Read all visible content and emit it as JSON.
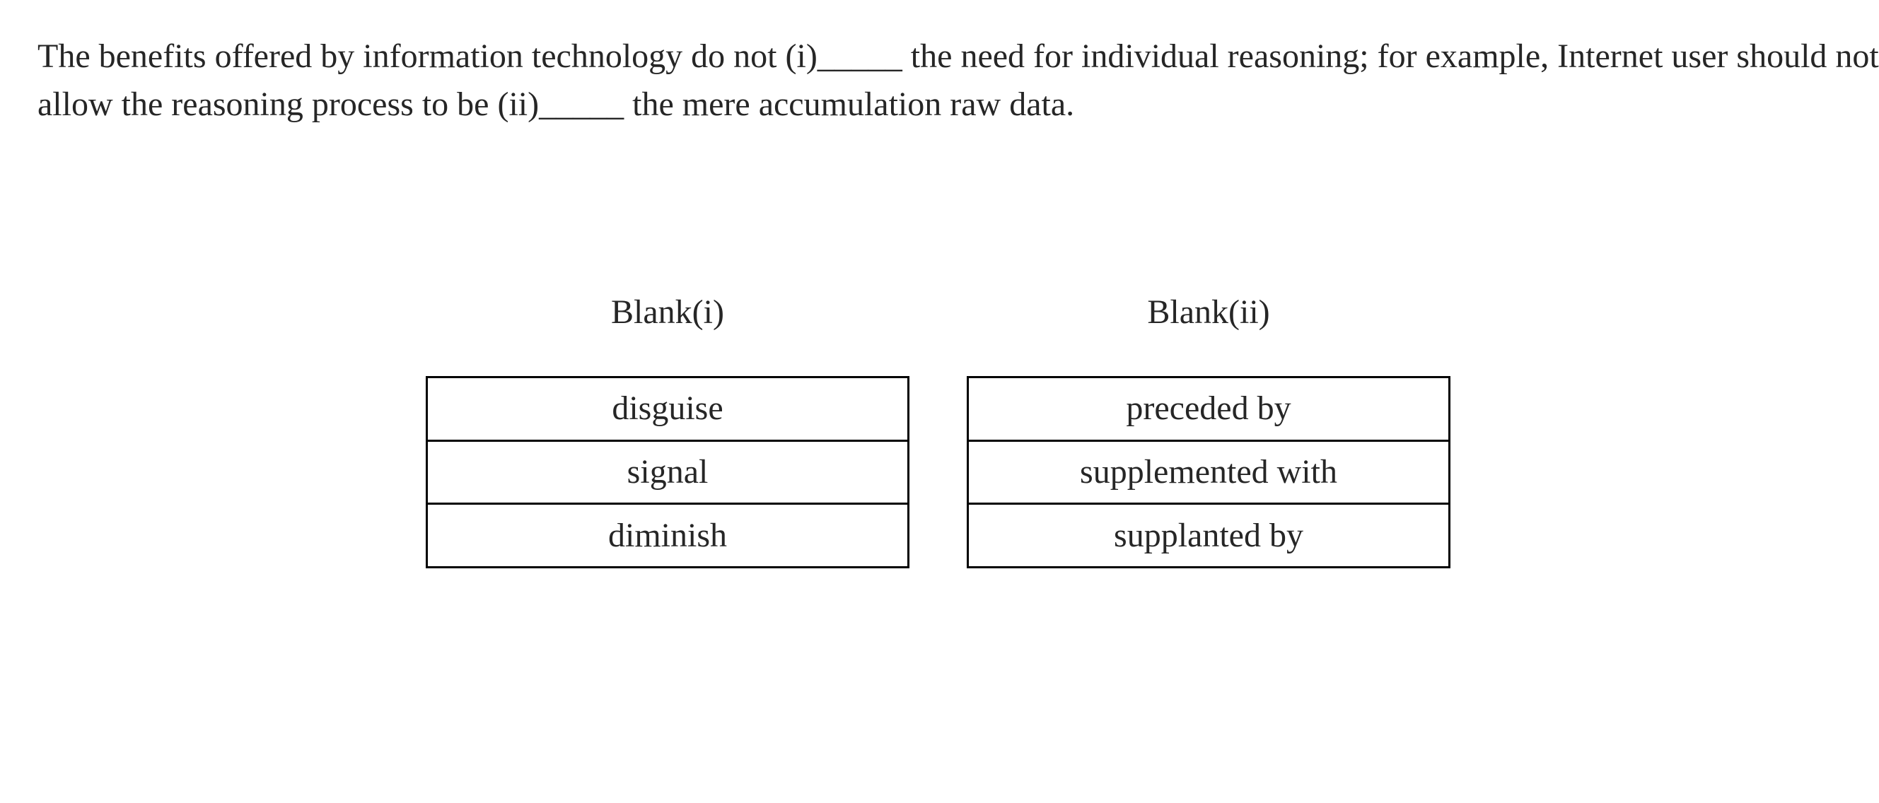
{
  "question": {
    "lines": [
      "The benefits offered by information technology do not (i)_____ the need for individual reasoning; for example, Internet user should not",
      "allow the reasoning process to be (ii)_____ the mere accumulation raw data."
    ]
  },
  "blanks": [
    {
      "header": "Blank(i)",
      "options": [
        "disguise",
        "signal",
        "diminish"
      ]
    },
    {
      "header": "Blank(ii)",
      "options": [
        "preceded by",
        "supplemented with",
        "supplanted by"
      ]
    }
  ],
  "colors": {
    "text": "#262626",
    "border": "#000000",
    "background": "#ffffff"
  }
}
